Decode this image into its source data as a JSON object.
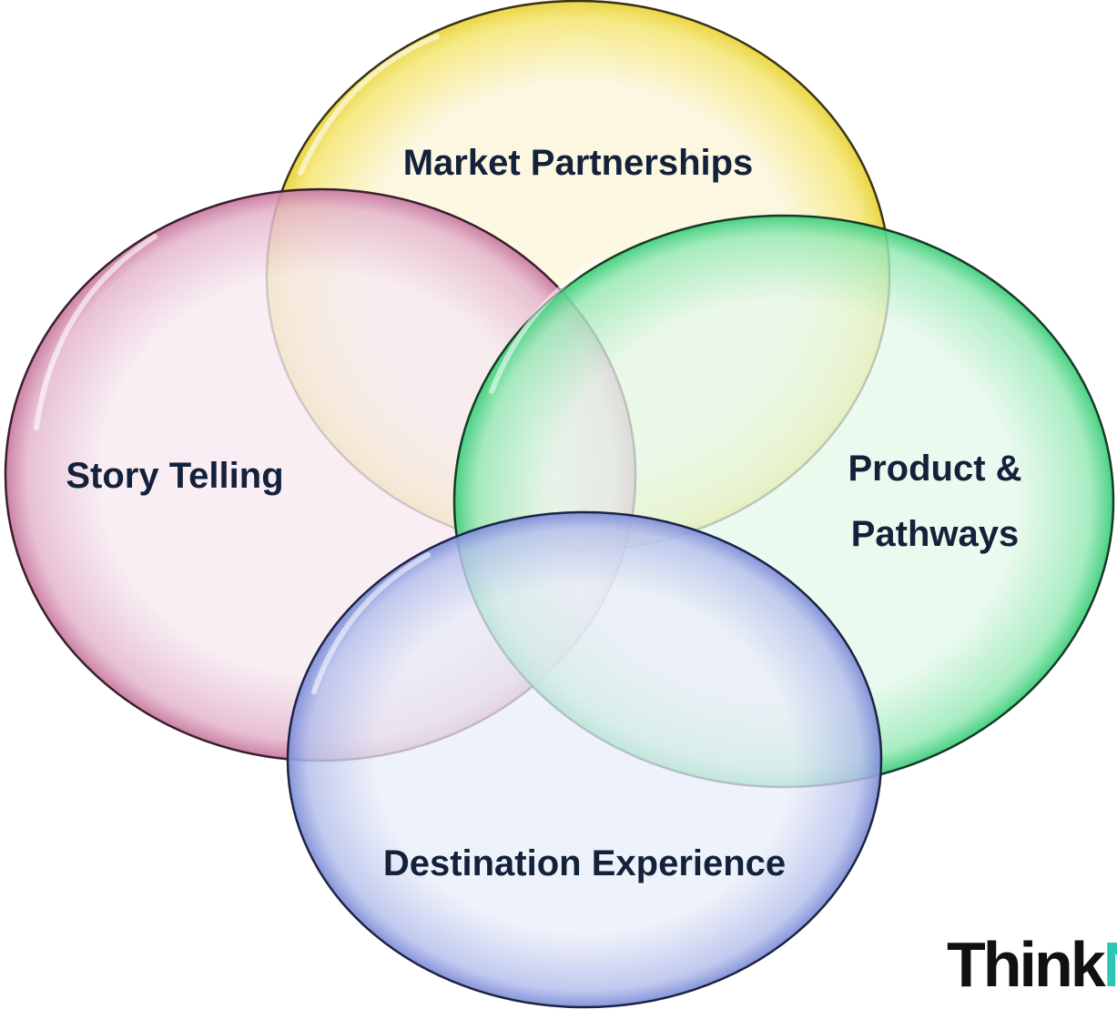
{
  "diagram": {
    "type": "venn",
    "circles": [
      {
        "label": "Market Partnerships",
        "color": "#f2e35a",
        "stroke": "#3a3318",
        "fill": "#fbf6dc"
      },
      {
        "label": "Story Telling",
        "color": "#d79ab8",
        "stroke": "#3a1f2c",
        "fill": "#f6eaf1"
      },
      {
        "label_line1": "Product &",
        "label_line2": "Pathways",
        "color": "#4fd88a",
        "stroke": "#173a26",
        "fill": "#e4f8ea"
      },
      {
        "label": "Destination Experience",
        "color": "#8f9ee0",
        "stroke": "#1d2342",
        "fill": "#e9edf8"
      }
    ]
  },
  "logo": {
    "text_main": "Think",
    "text_accent": "N",
    "accent_color": "#2ec4b6"
  }
}
